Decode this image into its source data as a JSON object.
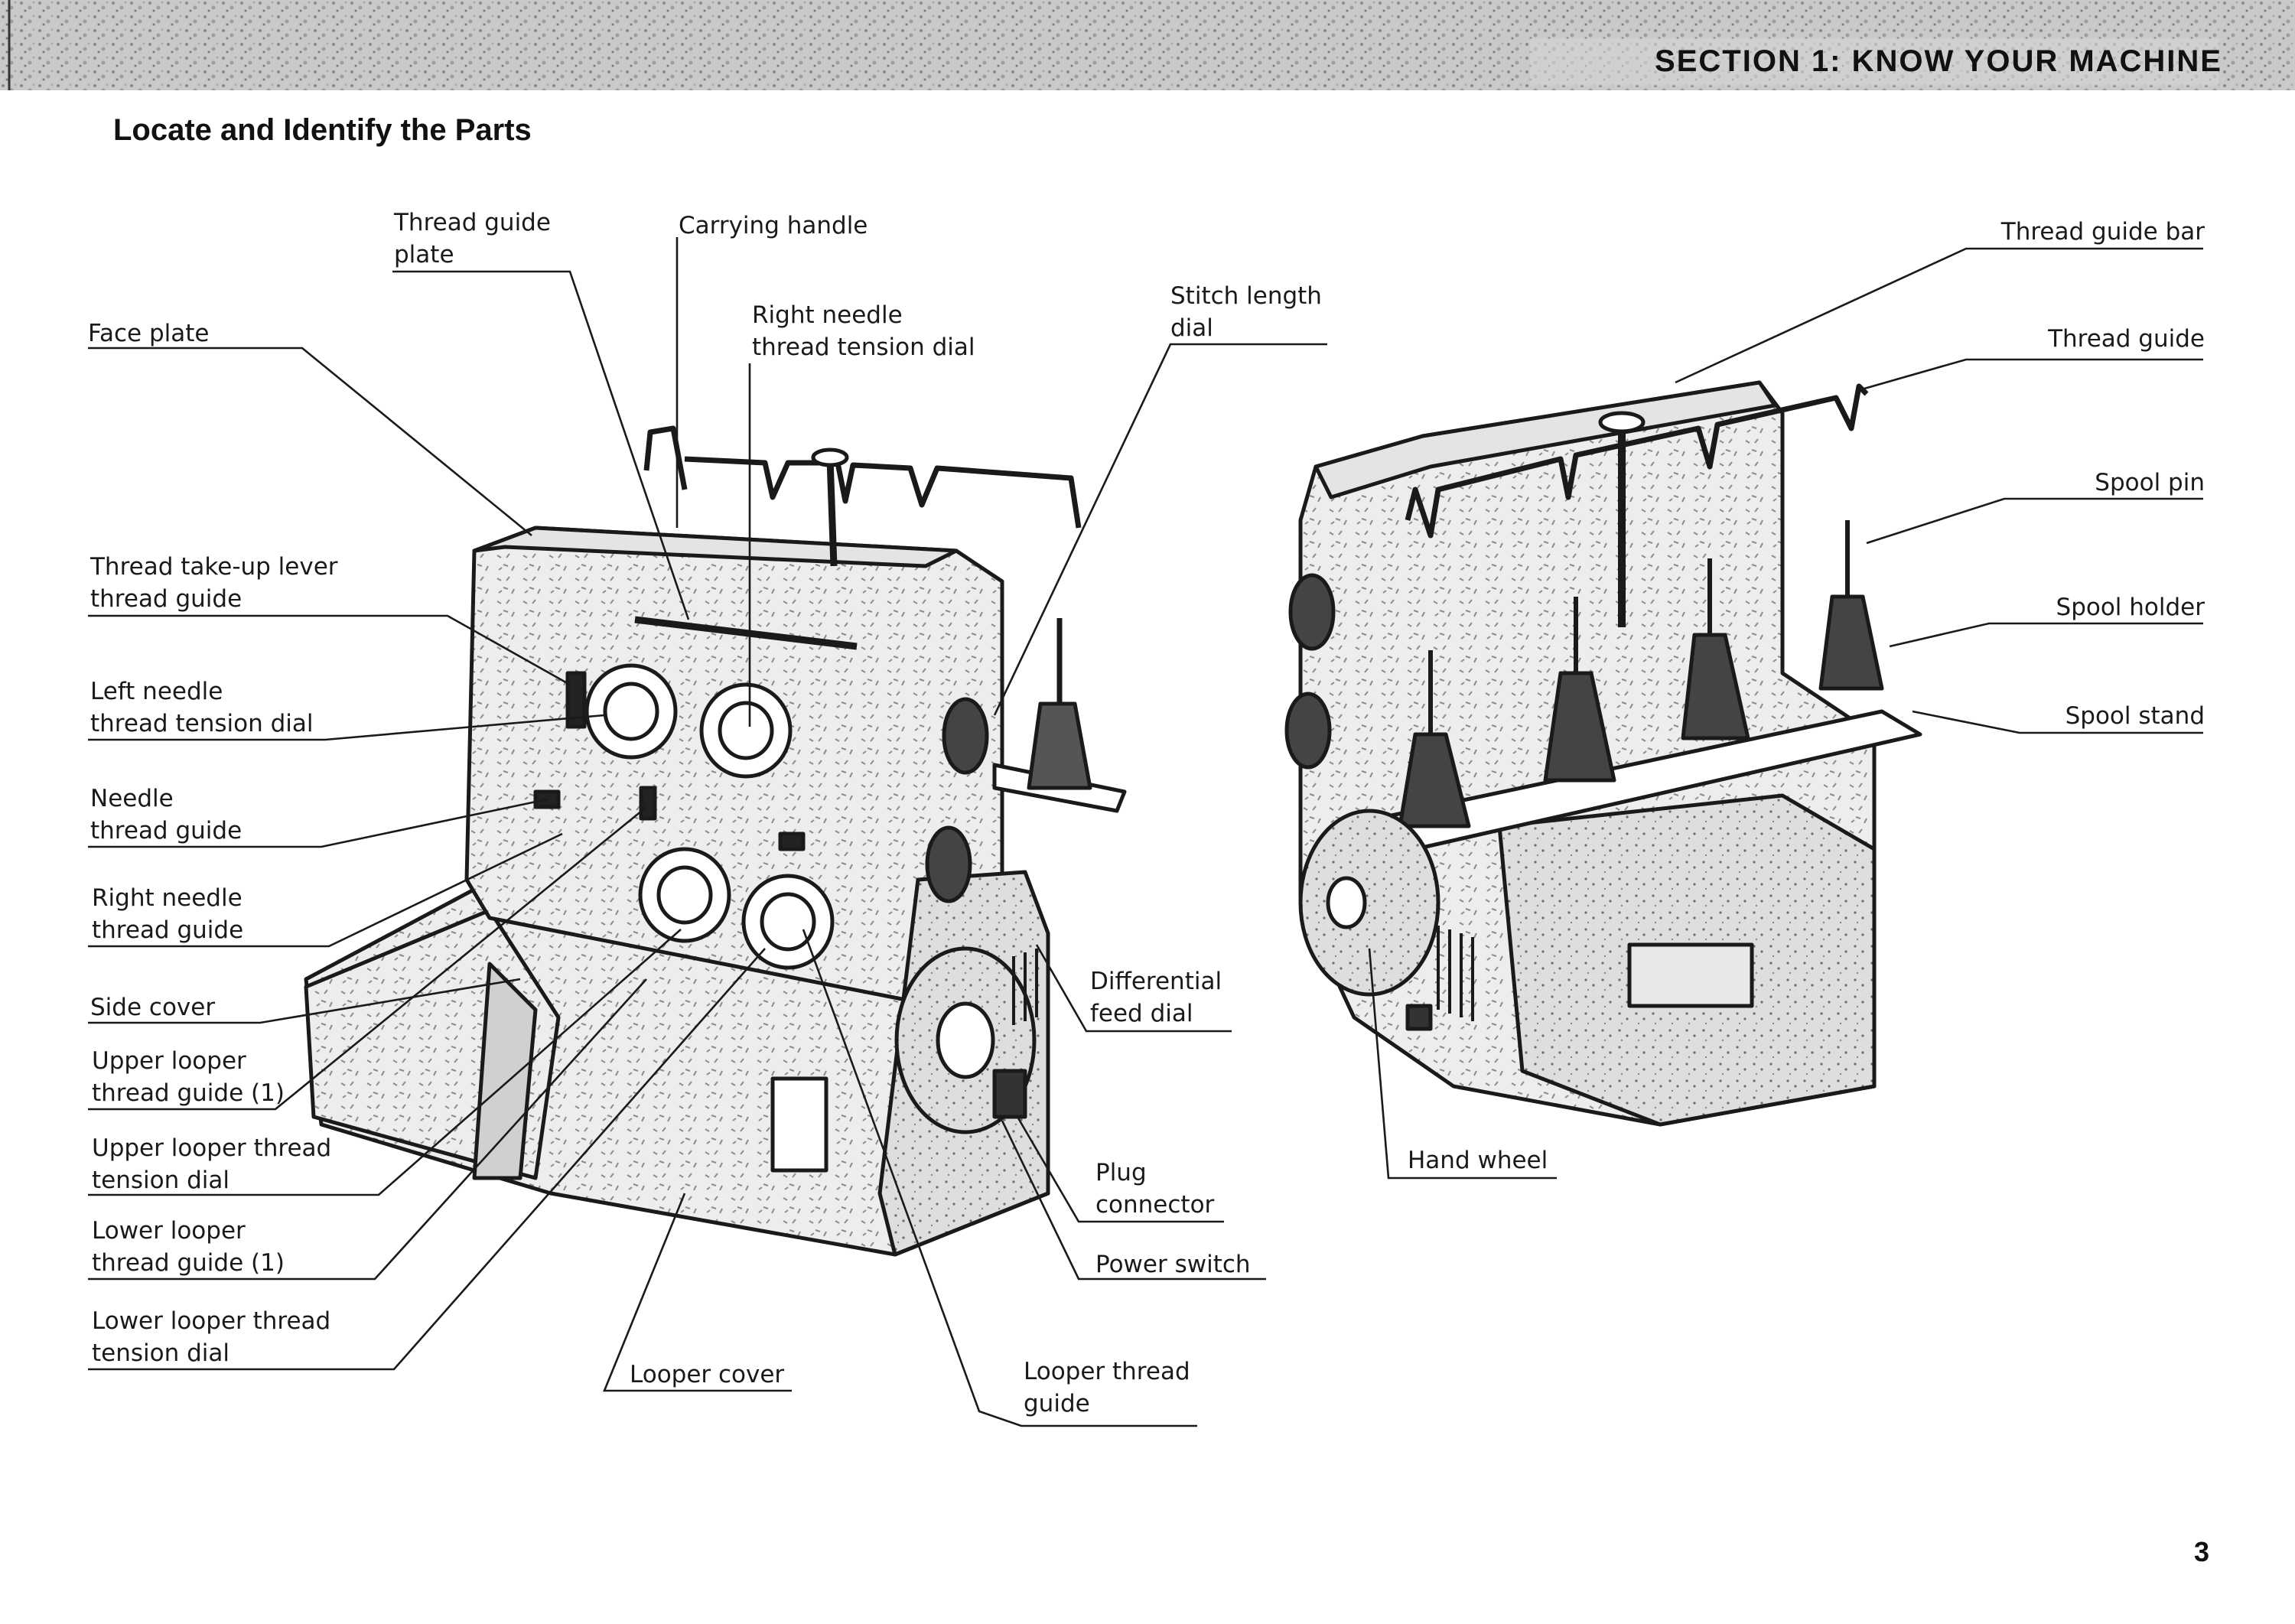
{
  "header": {
    "section_title": "SECTION 1: KNOW YOUR MACHINE",
    "page_title": "Locate and Identify the Parts"
  },
  "labels": {
    "thread_guide_plate": [
      "Thread guide",
      "plate"
    ],
    "carrying_handle": [
      "Carrying handle"
    ],
    "right_needle_tension_dial": [
      "Right needle",
      "thread tension dial"
    ],
    "stitch_length_dial": [
      "Stitch length",
      "dial"
    ],
    "face_plate": [
      "Face plate"
    ],
    "take_up_lever_guide": [
      "Thread take-up lever",
      "thread guide"
    ],
    "left_needle_tension_dial": [
      "Left needle",
      "thread tension dial"
    ],
    "needle_thread_guide": [
      "Needle",
      "thread guide"
    ],
    "right_needle_thread_guide": [
      "Right needle",
      "thread guide"
    ],
    "side_cover": [
      "Side cover"
    ],
    "upper_looper_guide": [
      "Upper looper",
      "thread guide (1)"
    ],
    "upper_looper_tension_dial": [
      "Upper looper thread",
      "tension dial"
    ],
    "lower_looper_guide": [
      "Lower looper",
      "thread guide (1)"
    ],
    "lower_looper_tension_dial": [
      "Lower looper thread",
      "tension dial"
    ],
    "looper_cover": [
      "Looper cover"
    ],
    "looper_thread_guide": [
      "Looper thread",
      "guide"
    ],
    "differential_feed_dial": [
      "Differential",
      "feed dial"
    ],
    "plug_connector": [
      "Plug",
      "connector"
    ],
    "power_switch": [
      "Power switch"
    ],
    "thread_guide_bar": [
      "Thread guide bar"
    ],
    "thread_guide": [
      "Thread guide"
    ],
    "spool_pin": [
      "Spool pin"
    ],
    "spool_holder": [
      "Spool holder"
    ],
    "spool_stand": [
      "Spool stand"
    ],
    "hand_wheel": [
      "Hand wheel"
    ]
  },
  "page_number": "3"
}
